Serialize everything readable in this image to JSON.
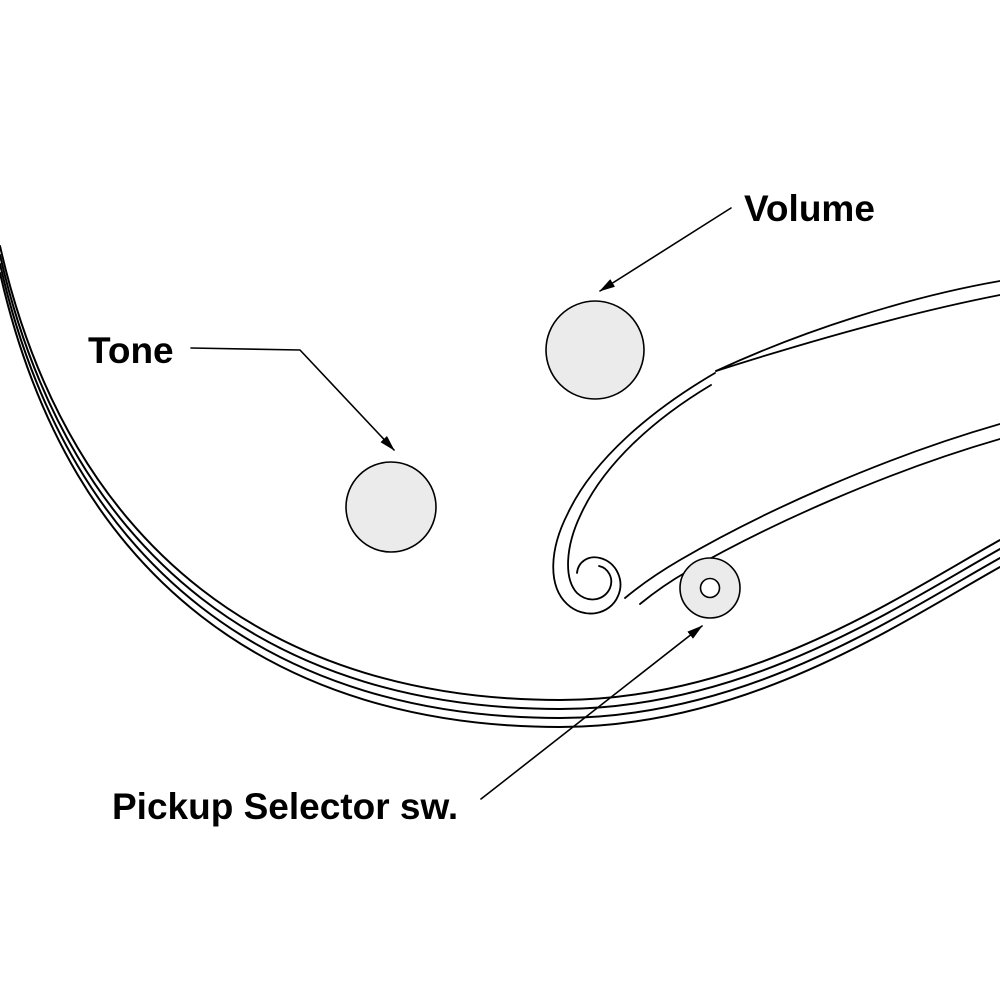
{
  "diagram": {
    "labels": {
      "volume": "Volume",
      "tone": "Tone",
      "pickup_selector": "Pickup Selector sw."
    },
    "colors": {
      "background": "#ffffff",
      "line": "#000000",
      "knob_fill": "#ebebeb",
      "selector_tip_fill": "#ffffff"
    }
  }
}
